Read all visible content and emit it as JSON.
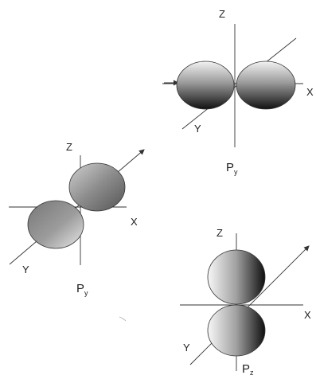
{
  "colors": {
    "axis": "#333333",
    "lobe_dark": "#1a1a1a",
    "lobe_light": "#f5f5f5",
    "lobe_mid": "#8a8a8a"
  },
  "orbitals": [
    {
      "id": "px",
      "axes": {
        "z": "Z",
        "x": "X",
        "y": "Y"
      },
      "label": {
        "main": "P",
        "sub": "y"
      }
    },
    {
      "id": "py",
      "axes": {
        "z": "Z",
        "x": "X",
        "y": "Y"
      },
      "label": {
        "main": "P",
        "sub": "y"
      }
    },
    {
      "id": "pz",
      "axes": {
        "z": "Z",
        "x": "X",
        "y": "Y"
      },
      "label": {
        "main": "P",
        "sub": "z"
      }
    }
  ]
}
